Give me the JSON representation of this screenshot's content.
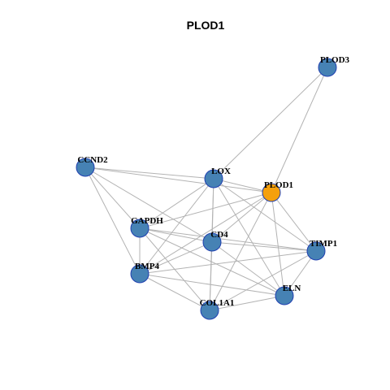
{
  "title": "PLOD1",
  "colors": {
    "node_default": "#4682b4",
    "node_highlight": "#f5a00c",
    "node_border": "#1f3fb0",
    "edge": "#b3b3b3"
  },
  "nodes": [
    {
      "id": "PLOD3",
      "label": "PLOD3",
      "highlight": false
    },
    {
      "id": "CCND2",
      "label": "CCND2",
      "highlight": false
    },
    {
      "id": "LOX",
      "label": "LOX",
      "highlight": false
    },
    {
      "id": "PLOD1",
      "label": "PLOD1",
      "highlight": true
    },
    {
      "id": "GAPDH",
      "label": "GAPDH",
      "highlight": false
    },
    {
      "id": "CD4",
      "label": "CD4",
      "highlight": false
    },
    {
      "id": "TIMP1",
      "label": "TIMP1",
      "highlight": false
    },
    {
      "id": "BMP4",
      "label": "BMP4",
      "highlight": false
    },
    {
      "id": "ELN",
      "label": "ELN",
      "highlight": false
    },
    {
      "id": "COL1A1",
      "label": "COL1A1",
      "highlight": false
    }
  ],
  "edges": [
    [
      "PLOD3",
      "LOX"
    ],
    [
      "PLOD3",
      "PLOD1"
    ],
    [
      "CCND2",
      "LOX"
    ],
    [
      "CCND2",
      "PLOD1"
    ],
    [
      "CCND2",
      "GAPDH"
    ],
    [
      "CCND2",
      "CD4"
    ],
    [
      "CCND2",
      "BMP4"
    ],
    [
      "LOX",
      "PLOD1"
    ],
    [
      "LOX",
      "GAPDH"
    ],
    [
      "LOX",
      "CD4"
    ],
    [
      "LOX",
      "BMP4"
    ],
    [
      "LOX",
      "TIMP1"
    ],
    [
      "LOX",
      "ELN"
    ],
    [
      "LOX",
      "COL1A1"
    ],
    [
      "PLOD1",
      "GAPDH"
    ],
    [
      "PLOD1",
      "CD4"
    ],
    [
      "PLOD1",
      "TIMP1"
    ],
    [
      "PLOD1",
      "ELN"
    ],
    [
      "PLOD1",
      "COL1A1"
    ],
    [
      "PLOD1",
      "BMP4"
    ],
    [
      "GAPDH",
      "CD4"
    ],
    [
      "GAPDH",
      "TIMP1"
    ],
    [
      "GAPDH",
      "ELN"
    ],
    [
      "GAPDH",
      "COL1A1"
    ],
    [
      "GAPDH",
      "BMP4"
    ],
    [
      "CD4",
      "TIMP1"
    ],
    [
      "CD4",
      "BMP4"
    ],
    [
      "CD4",
      "ELN"
    ],
    [
      "CD4",
      "COL1A1"
    ],
    [
      "TIMP1",
      "BMP4"
    ],
    [
      "TIMP1",
      "ELN"
    ],
    [
      "TIMP1",
      "COL1A1"
    ],
    [
      "BMP4",
      "ELN"
    ],
    [
      "BMP4",
      "COL1A1"
    ],
    [
      "ELN",
      "COL1A1"
    ]
  ]
}
